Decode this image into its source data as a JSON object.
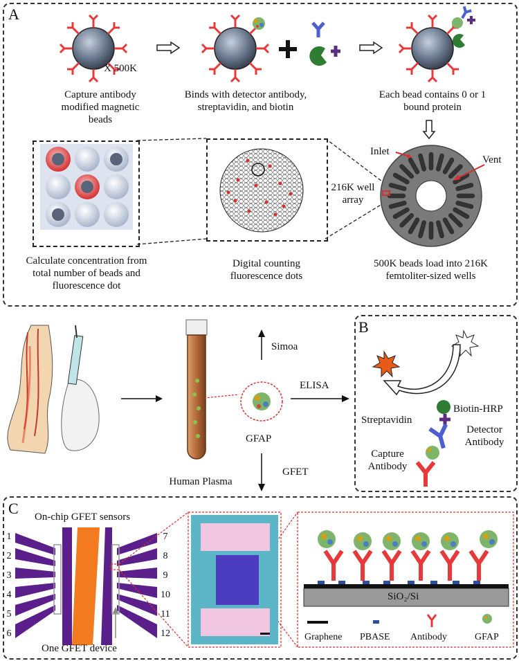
{
  "panels": {
    "a": "A",
    "b": "B",
    "c": "C"
  },
  "section_a": {
    "multiplier": "X 500K",
    "caption1": [
      "Capture antibody",
      "modified magnetic",
      "beads"
    ],
    "caption2": [
      "Binds with detector antibody,",
      "streptavidin, and biotin"
    ],
    "caption3": [
      "Each bead contains 0 or 1",
      "bound protein"
    ],
    "caption4": [
      "Calculate concentration from",
      "total number of beads and",
      "fluorescence dot"
    ],
    "caption5": [
      "Digital counting",
      "fluorescence dots"
    ],
    "caption6": [
      "500K beads load into 216K",
      "femtoliter-sized wells"
    ],
    "inlet": "Inlet",
    "vent": "Vent",
    "well_array": [
      "216K well",
      "array"
    ]
  },
  "middle": {
    "simoa": "Simoa",
    "elisa": "ELISA",
    "gfet": "GFET",
    "gfap": "GFAP",
    "plasma": "Human Plasma"
  },
  "section_b": {
    "biotin_hrp": "Biotin-HRP",
    "streptavidin": "Streptavidin",
    "detector": [
      "Detector",
      "Antibody"
    ],
    "capture": [
      "Capture",
      "Antibody"
    ]
  },
  "section_c": {
    "title": "On-chip GFET sensors",
    "device": "One GFET device",
    "pins_left": [
      "1",
      "2",
      "3",
      "4",
      "5",
      "6"
    ],
    "pins_right": [
      "7",
      "8",
      "9",
      "10",
      "11",
      "12"
    ],
    "substrate": "SiO₂/Si",
    "legend": [
      "Graphene",
      "PBASE",
      "Antibody",
      "GFAP"
    ]
  },
  "colors": {
    "antibody": "#e8393a",
    "bead": "#6b7a8f",
    "electrode": "#5a1f8a",
    "channel": "#f47a1f",
    "chip": "#6a6a6a"
  }
}
